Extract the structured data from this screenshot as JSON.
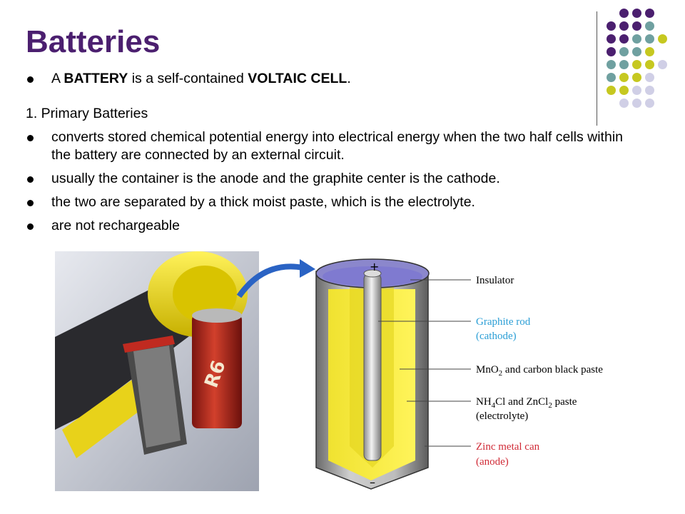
{
  "slide": {
    "title": "Batteries",
    "bullet_intro": {
      "pre": "A ",
      "strong1": "BATTERY",
      "mid": " is a self-contained ",
      "strong2": "VOLTAIC CELL",
      "post": "."
    },
    "section_heading": "1. Primary Batteries",
    "bullets": [
      "converts stored chemical potential energy into electrical energy when the two half cells within the battery are connected by an external circuit.",
      "usually the container is the anode and the graphite center is the cathode.",
      "the two are separated by a thick moist paste, which is the electrolyte.",
      "are not rechargeable"
    ]
  },
  "diagram": {
    "plus": "+",
    "minus": "–",
    "labels": {
      "insulator": "Insulator",
      "graphite_line1": "Graphite rod",
      "graphite_line2": "(cathode)",
      "mno2_a": "MnO",
      "mno2_sub": "2",
      "mno2_b": " and carbon black paste",
      "nh4_a": "NH",
      "nh4_sub1": "4",
      "nh4_b": "Cl and ZnCl",
      "nh4_sub2": "2",
      "nh4_c": " paste",
      "electrolyte": "(electrolyte)",
      "zinc_line1": "Zinc metal can",
      "zinc_line2": "(anode)"
    }
  },
  "colors": {
    "title": "#4b1f6f",
    "dot_purple": "#4b1f6f",
    "dot_teal": "#6fa0a0",
    "dot_yellow": "#c6c820",
    "dot_lavender": "#d0cfe6",
    "label_blue": "#2c9fd6",
    "label_red": "#d02a36"
  },
  "photo": {
    "label_text": "R6"
  }
}
